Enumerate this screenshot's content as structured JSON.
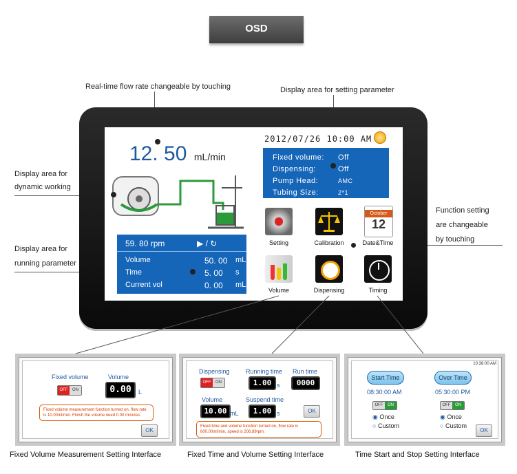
{
  "header": {
    "badge": "OSD"
  },
  "callouts": {
    "flow_rate": "Real-time flow rate changeable by touching",
    "setting_area": "Display area for setting parameter",
    "dynamic_line1": "Display area for",
    "dynamic_line2": "dynamic working",
    "running_line1": "Display area for",
    "running_line2": "running parameter",
    "function_line1": "Function setting",
    "function_line2": "are changeable",
    "function_line3": "by touching"
  },
  "screen": {
    "flow_value": "12. 50",
    "flow_unit": "mL/min",
    "datetime": "2012/07/26 10:00 AM",
    "settings": [
      {
        "label": "Fixed volume:",
        "value": "Off"
      },
      {
        "label": "Dispensing:",
        "value": "Off"
      },
      {
        "label": "Pump Head:",
        "value": "AMC"
      },
      {
        "label": "Tubing Size:",
        "value": "2*1"
      }
    ],
    "running": {
      "rpm_value": "59. 80",
      "rpm_unit": "rpm",
      "run_symbol": "▶ / ↻",
      "rows": [
        {
          "label": "Volume",
          "value": "50. 00",
          "unit": "mL"
        },
        {
          "label": "Time",
          "value": "5. 00",
          "unit": "s"
        },
        {
          "label": "Current vol",
          "value": "0. 00",
          "unit": "mL"
        }
      ]
    },
    "functions": [
      {
        "label": "Setting",
        "icon": "gear-icon"
      },
      {
        "label": "Calibration",
        "icon": "balance-scale-icon"
      },
      {
        "label": "Date&Time",
        "icon": "calendar-icon",
        "calendar_month": "October",
        "calendar_day": "12"
      },
      {
        "label": "Volume",
        "icon": "test-tubes-icon"
      },
      {
        "label": "Dispensing",
        "icon": "stopwatch-icon"
      },
      {
        "label": "Timing",
        "icon": "clock-icon"
      }
    ]
  },
  "panel_volume": {
    "fixed_volume_label": "Fixed volume",
    "volume_label": "Volume",
    "toggle_off": "OFF",
    "toggle_on": "ON",
    "volume_value": "0.00",
    "volume_unit": "L",
    "notice": "Fixed volume measurement function turned on, flow rate is 10.00ml/min. Finish the volume need 0.00 minutes.",
    "ok": "OK",
    "caption": "Fixed Volume Measurement Setting Interface"
  },
  "panel_dispensing": {
    "dispensing_label": "Dispensing",
    "running_time_label": "Running time",
    "run_time_label": "Run time",
    "toggle_off": "OFF",
    "toggle_on": "ON",
    "running_time_value": "1.00",
    "running_time_unit": "s",
    "run_time_value": "0000",
    "volume_label": "Volume",
    "suspend_time_label": "Suspend time",
    "volume_value": "10.00",
    "volume_unit": "mL",
    "suspend_time_value": "1.00",
    "suspend_time_unit": "s",
    "ok": "OK",
    "notice": "Fixed time and volume function turned on, flow rate is 600.00ml/min, speed is 206.89rpm.",
    "caption": "Fixed Time and Volume Setting Interface"
  },
  "panel_timing": {
    "clock": "10:38:00 AM",
    "start_label": "Start Time",
    "over_label": "Over Time",
    "start_time": "08:30:00 AM",
    "over_time": "05:30:00 PM",
    "toggle_off": "OFF",
    "toggle_on": "ON",
    "once": "Once",
    "custom": "Custom",
    "ok": "OK",
    "caption": "Time Start and Stop Setting Interface"
  },
  "colors": {
    "screen_blue": "#1565b9",
    "flow_blue": "#1f5aa0",
    "notice_orange": "#d63a00"
  }
}
